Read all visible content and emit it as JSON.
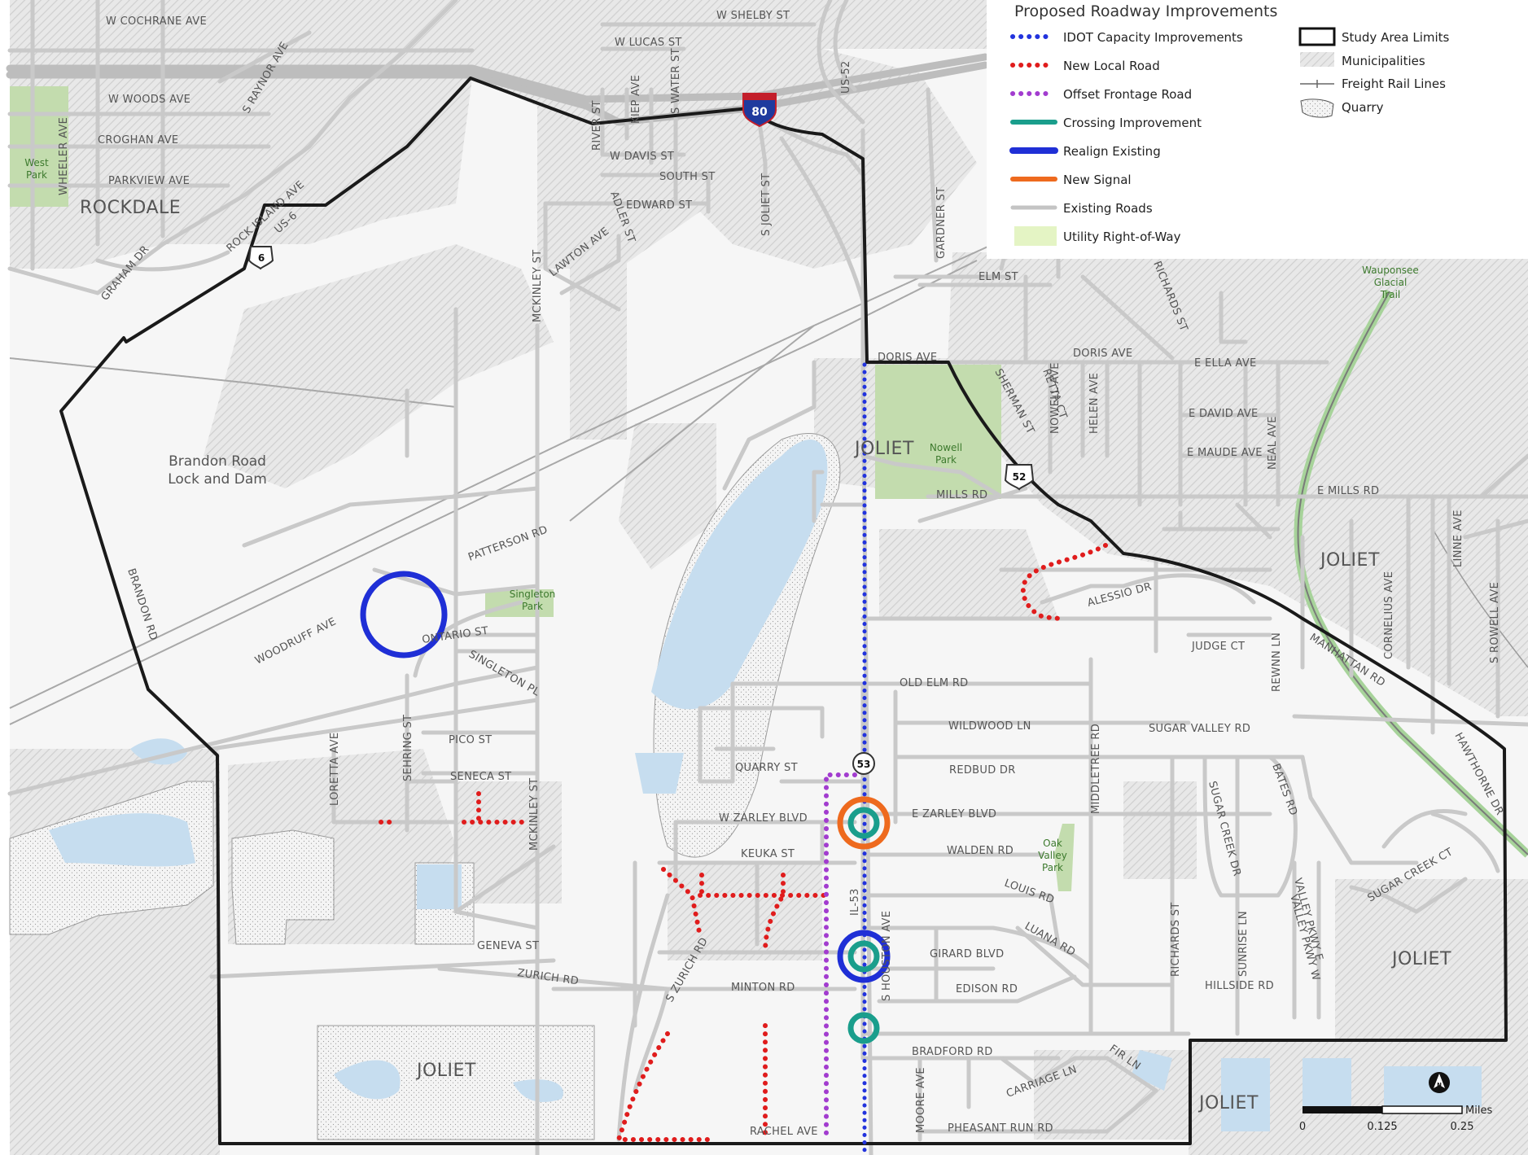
{
  "legend": {
    "title": "Proposed Roadway Improvements",
    "items": [
      {
        "label": "IDOT Capacity Improvements",
        "color": "#2233dd",
        "style": "dots"
      },
      {
        "label": "New Local Road",
        "color": "#e01c1c",
        "style": "dots"
      },
      {
        "label": "Offset Frontage Road",
        "color": "#a23ccf",
        "style": "dots"
      },
      {
        "label": "Crossing Improvement",
        "color": "#1a9e8c",
        "style": "line"
      },
      {
        "label": "Realign Existing",
        "color": "#1f2fd6",
        "style": "line"
      },
      {
        "label": "New Signal",
        "color": "#ee6a1e",
        "style": "line"
      },
      {
        "label": "Existing Roads",
        "color": "#c4c4c4",
        "style": "line"
      },
      {
        "label": "Utility Right-of-Way",
        "color": "#e4f4c4",
        "style": "swatch"
      }
    ],
    "items2": [
      {
        "label": "Study Area Limits"
      },
      {
        "label": "Municipalities"
      },
      {
        "label": "Freight Rail Lines"
      },
      {
        "label": "Quarry"
      }
    ]
  },
  "towns": {
    "rockdale": "ROCKDALE",
    "joliet": "JOLIET"
  },
  "places": {
    "west_park": [
      "West",
      "Park"
    ],
    "brandon": [
      "Brandon Road",
      "Lock and Dam"
    ],
    "singleton": [
      "Singleton",
      "Park"
    ],
    "nowell": [
      "Nowell",
      "Park"
    ],
    "oak_valley": [
      "Oak",
      "Valley",
      "Park"
    ],
    "trail": [
      "Wauponsee",
      "Glacial",
      "Trail"
    ]
  },
  "shields": {
    "i80": "80",
    "us6": "6",
    "us52": "52",
    "il53": "53"
  },
  "streets": {
    "w_cochrane": "W COCHRANE AVE",
    "w_shelby": "W SHELBY ST",
    "w_lucas": "W LUCAS ST",
    "w_woods": "W WOODS AVE",
    "croghan": "CROGHAN AVE",
    "parkview": "PARKVIEW AVE",
    "s_raynor": "S RAYNOR AVE",
    "wheeler": "WHEELER AVE",
    "rock_island": "ROCK ISLAND AVE",
    "us6": "US-6",
    "graham": "GRAHAM DR",
    "kiep": "KIEP AVE",
    "s_water": "S WATER ST",
    "river": "RIVER ST",
    "w_davis": "W DAVIS ST",
    "south": "SOUTH ST",
    "edward": "EDWARD ST",
    "adler": "ADLER ST",
    "s_joliet": "S JOLIET ST",
    "us52": "US-52",
    "gardner": "GARDNER ST",
    "lawton": "LAWTON AVE",
    "mckinley_n": "MCKINLEY ST",
    "elm": "ELM ST",
    "richards_n": "RICHARDS ST",
    "doris_w": "DORIS AVE",
    "doris_e": "DORIS  AVE",
    "e_ella": "E ELLA AVE",
    "retta": "RETTA CT",
    "sherman": "SHERMAN ST",
    "nowell": "NOWELL AVE",
    "helen": "HELEN AVE",
    "e_david": "E DAVID AVE",
    "e_maude": "E MAUDE AVE",
    "neal": "NEAL AVE",
    "mills": "MILLS RD",
    "e_mills": "E MILLS RD",
    "linne": "LINNE AVE",
    "patterson": "PATTERSON RD",
    "brandon_rd": "BRANDON RD",
    "woodruff": "WOODRUFF AVE",
    "ontario": "ONTARIO ST",
    "singleton_pl": "SINGLETON PL",
    "alessio": "ALESSIO DR",
    "judge": "JUDGE CT",
    "rewnn": "REWNN LN",
    "cornelius": "CORNELIUS AVE",
    "s_rowell": "S ROWELL AVE",
    "manhattan": "MANHATTAN RD",
    "old_elm": "OLD ELM RD",
    "wildwood": "WILDWOOD LN",
    "sugar_valley": "SUGAR VALLEY RD",
    "hawthorne": "HAWTHORNE DR",
    "pico": "PICO ST",
    "sehring": "SEHRING ST",
    "loretta": "LORETTA AVE",
    "quarry": "QUARRY ST",
    "redbud": "REDBUD DR",
    "seneca": "SENECA ST",
    "mckinley_s": "MCKINLEY ST",
    "middletree": "MIDDLETREE RD",
    "bates": "BATES RD",
    "w_zarley": "W ZARLEY BLVD",
    "e_zarley": "E ZARLEY BLVD",
    "keuka": "KEUKA ST",
    "walden": "WALDEN RD",
    "sugar_creek_dr": "SUGAR CREEK DR",
    "louis": "LOUIS RD",
    "il53": "IL-53",
    "s_houston": "S HOUSTON AVE",
    "sugar_creek_ct": "SUGAR    CREEK CT",
    "valley_e": "VALLEY PKWY E",
    "valley_w": "VALLEY PKWY W",
    "geneva": "GENEVA ST",
    "girard": "GIRARD BLVD",
    "luana": "LUANA RD",
    "richards_s": "RICHARDS ST",
    "sunrise": "SUNRISE LN",
    "zurich": "ZURICH RD",
    "s_zurich": "S ZURICH RD",
    "minton": "MINTON RD",
    "edison": "EDISON RD",
    "hillside": "HILLSIDE RD",
    "bradford": "BRADFORD RD",
    "fir": "FIR LN",
    "moore": "MOORE AVE",
    "carriage": "CARRIAGE LN",
    "rachel": "RACHEL AVE",
    "pheasant": "PHEASANT RUN RD"
  },
  "scale": {
    "unit": "Miles",
    "ticks": [
      "0",
      "0.125",
      "0.25"
    ]
  },
  "north": "N"
}
